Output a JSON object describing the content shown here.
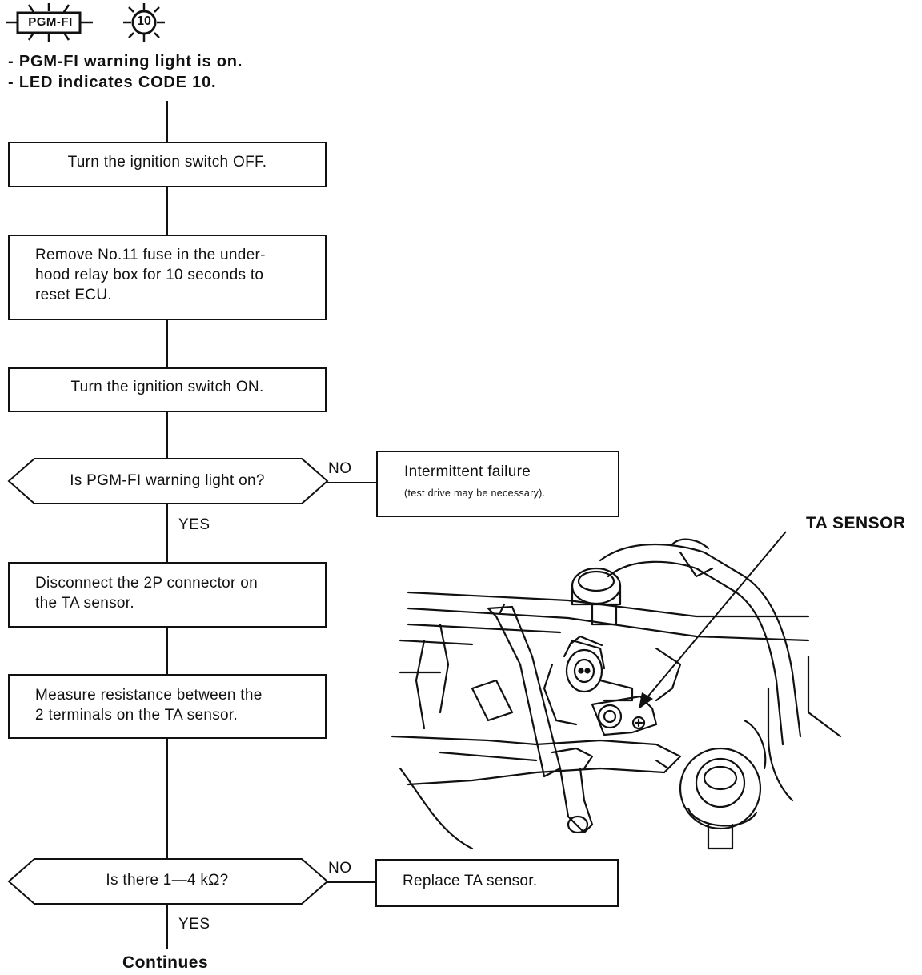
{
  "header": {
    "indicator_label": "PGM-FI",
    "led_code": "10",
    "notes": [
      "- PGM-FI warning light is on.",
      "- LED indicates CODE 10."
    ]
  },
  "flow": {
    "step1": "Turn the ignition switch OFF.",
    "step2_lines": [
      "Remove No.11 fuse in the under-",
      "hood relay box for 10 seconds to",
      "reset ECU."
    ],
    "step3": "Turn the ignition switch ON.",
    "decision1": "Is PGM-FI warning light on?",
    "decision1_no": "NO",
    "decision1_yes": "YES",
    "result1_title": "Intermittent failure",
    "result1_note": "(test drive may be necessary).",
    "step4_lines": [
      "Disconnect the 2P connector on",
      "the TA sensor."
    ],
    "step5_lines": [
      "Measure resistance between the",
      "2 terminals on the TA sensor."
    ],
    "decision2": "Is there 1—4 kΩ?",
    "decision2_no": "NO",
    "decision2_yes": "YES",
    "result2": "Replace TA sensor.",
    "continues": "Continues"
  },
  "illustration": {
    "callout_label": "TA SENSOR"
  }
}
